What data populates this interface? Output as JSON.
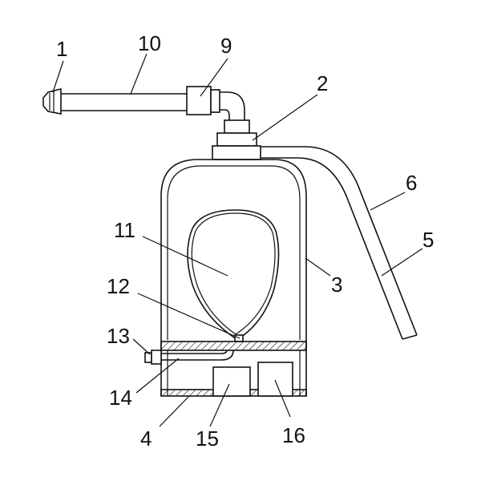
{
  "labels": {
    "l1": "1",
    "l2": "2",
    "l3": "3",
    "l4": "4",
    "l5": "5",
    "l6": "6",
    "l9": "9",
    "l10": "10",
    "l11": "11",
    "l12": "12",
    "l13": "13",
    "l14": "14",
    "l15": "15",
    "l16": "16"
  }
}
